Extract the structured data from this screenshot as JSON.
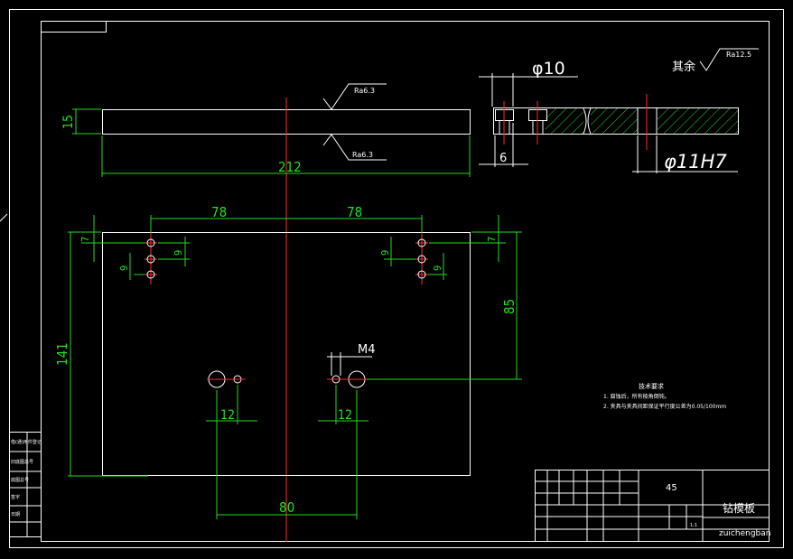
{
  "dims": {
    "thickness": "15",
    "overall_length": "212",
    "left_offset": "78",
    "right_offset": "78",
    "left_top": "7",
    "right_top": "7",
    "pitch_a": "9",
    "pitch_b": "9",
    "pitch_c": "9",
    "pitch_d": "9",
    "height": "141",
    "right_v": "85",
    "hole_spacing_left": "12",
    "hole_spacing_right": "12",
    "center_dist": "80",
    "thread": "M4"
  },
  "section": {
    "counterbore_dia": "φ10",
    "counterbore_depth": "6",
    "bore_fit": "φ11H7"
  },
  "surface": {
    "top": "Ra6.3",
    "bottom": "Ra6.3",
    "other_label": "其余",
    "other_value": "Ra12.5"
  },
  "notes": {
    "heading": "技术要求",
    "line1": "1. 腐蚀后，所有棱角倒钝。",
    "line2": "2. 夹具与夹具间距保证平行度公差为0.05/100mm"
  },
  "title_block": {
    "material": "45",
    "part_name": "钻模板",
    "pinyin": "zuichengban",
    "scale": "1:1"
  },
  "side_labels": [
    "借(通)用件登记",
    "旧底图总号",
    "底图总号",
    "签字",
    "日期"
  ]
}
